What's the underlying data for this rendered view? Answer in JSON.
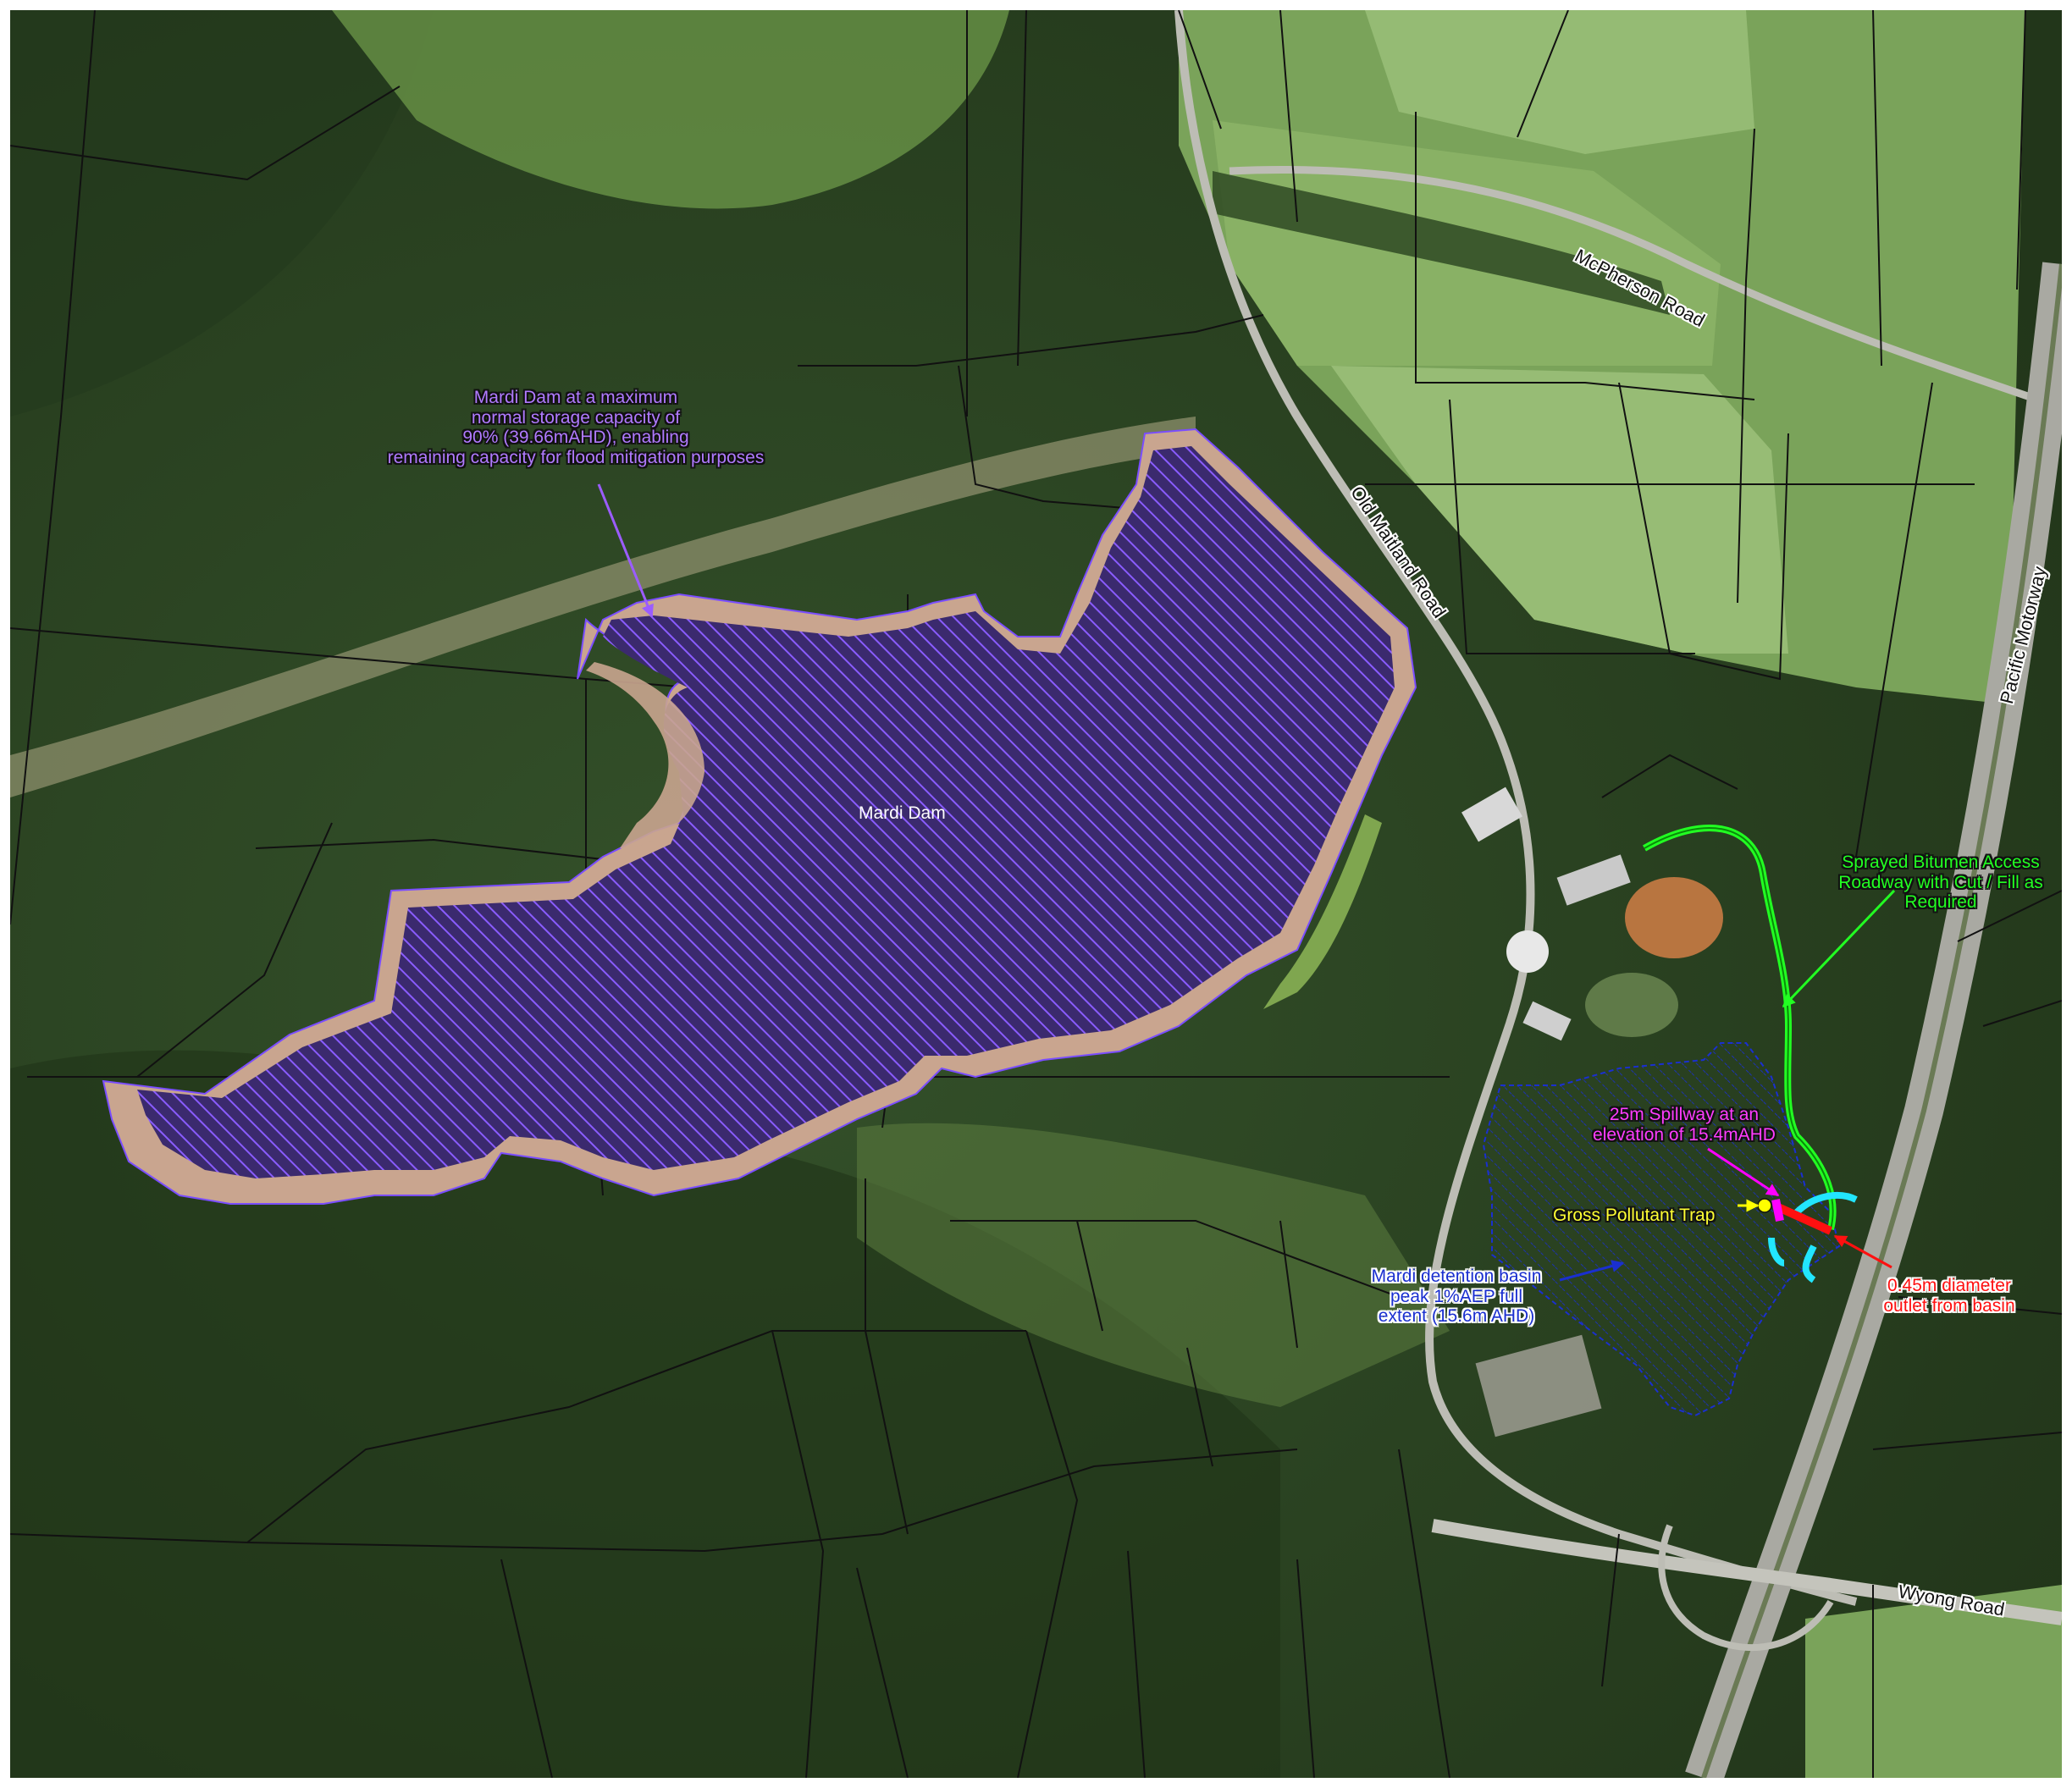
{
  "colors": {
    "forest": "#2f4a23",
    "forest_dark": "#1f3417",
    "pasture": "#7aa35a",
    "pasture_light": "#9cc17a",
    "dam_fill": "#3b2a6e",
    "dam_hatch": "#8a5cff",
    "dam_shore": "#c9a58f",
    "basin_outline": "#1a2fd0",
    "road": "#bdbdb5",
    "cadastre": "#111111",
    "access_road": "#22ff22",
    "spillway": "#ff00ff",
    "gpt": "#ffff00",
    "outlet": "#ff1010",
    "channel": "#22e6ff"
  },
  "roads": {
    "mcpherson": "McPherson Road",
    "old_maitland": "Old Maitland Road",
    "pacific_motorway": "Pacific Motorway",
    "wyong": "Wyong Road"
  },
  "labels": {
    "dam_name": "Mardi Dam",
    "dam_capacity": [
      "Mardi Dam at a maximum",
      "normal storage capacity of",
      "90% (39.66mAHD), enabling",
      "remaining capacity for flood mitigation purposes"
    ],
    "access_road": [
      "Sprayed Bitumen Access",
      "Roadway with Cut / Fill as",
      "Required"
    ],
    "spillway": [
      "25m Spillway at an",
      "elevation of 15.4mAHD"
    ],
    "gpt": "Gross Pollutant Trap",
    "basin": [
      "Mardi detention basin",
      "peak 1%AEP full",
      "extent (15.6m AHD)"
    ],
    "outlet": [
      "0.45m diameter",
      "outlet from basin"
    ]
  },
  "icons": {
    "dam_arrow": "arrow-icon",
    "access_arrow": "arrow-icon",
    "spillway_arrow": "arrow-icon",
    "gpt_arrow": "arrow-icon",
    "basin_arrow": "arrow-icon",
    "outlet_arrow": "arrow-icon"
  }
}
